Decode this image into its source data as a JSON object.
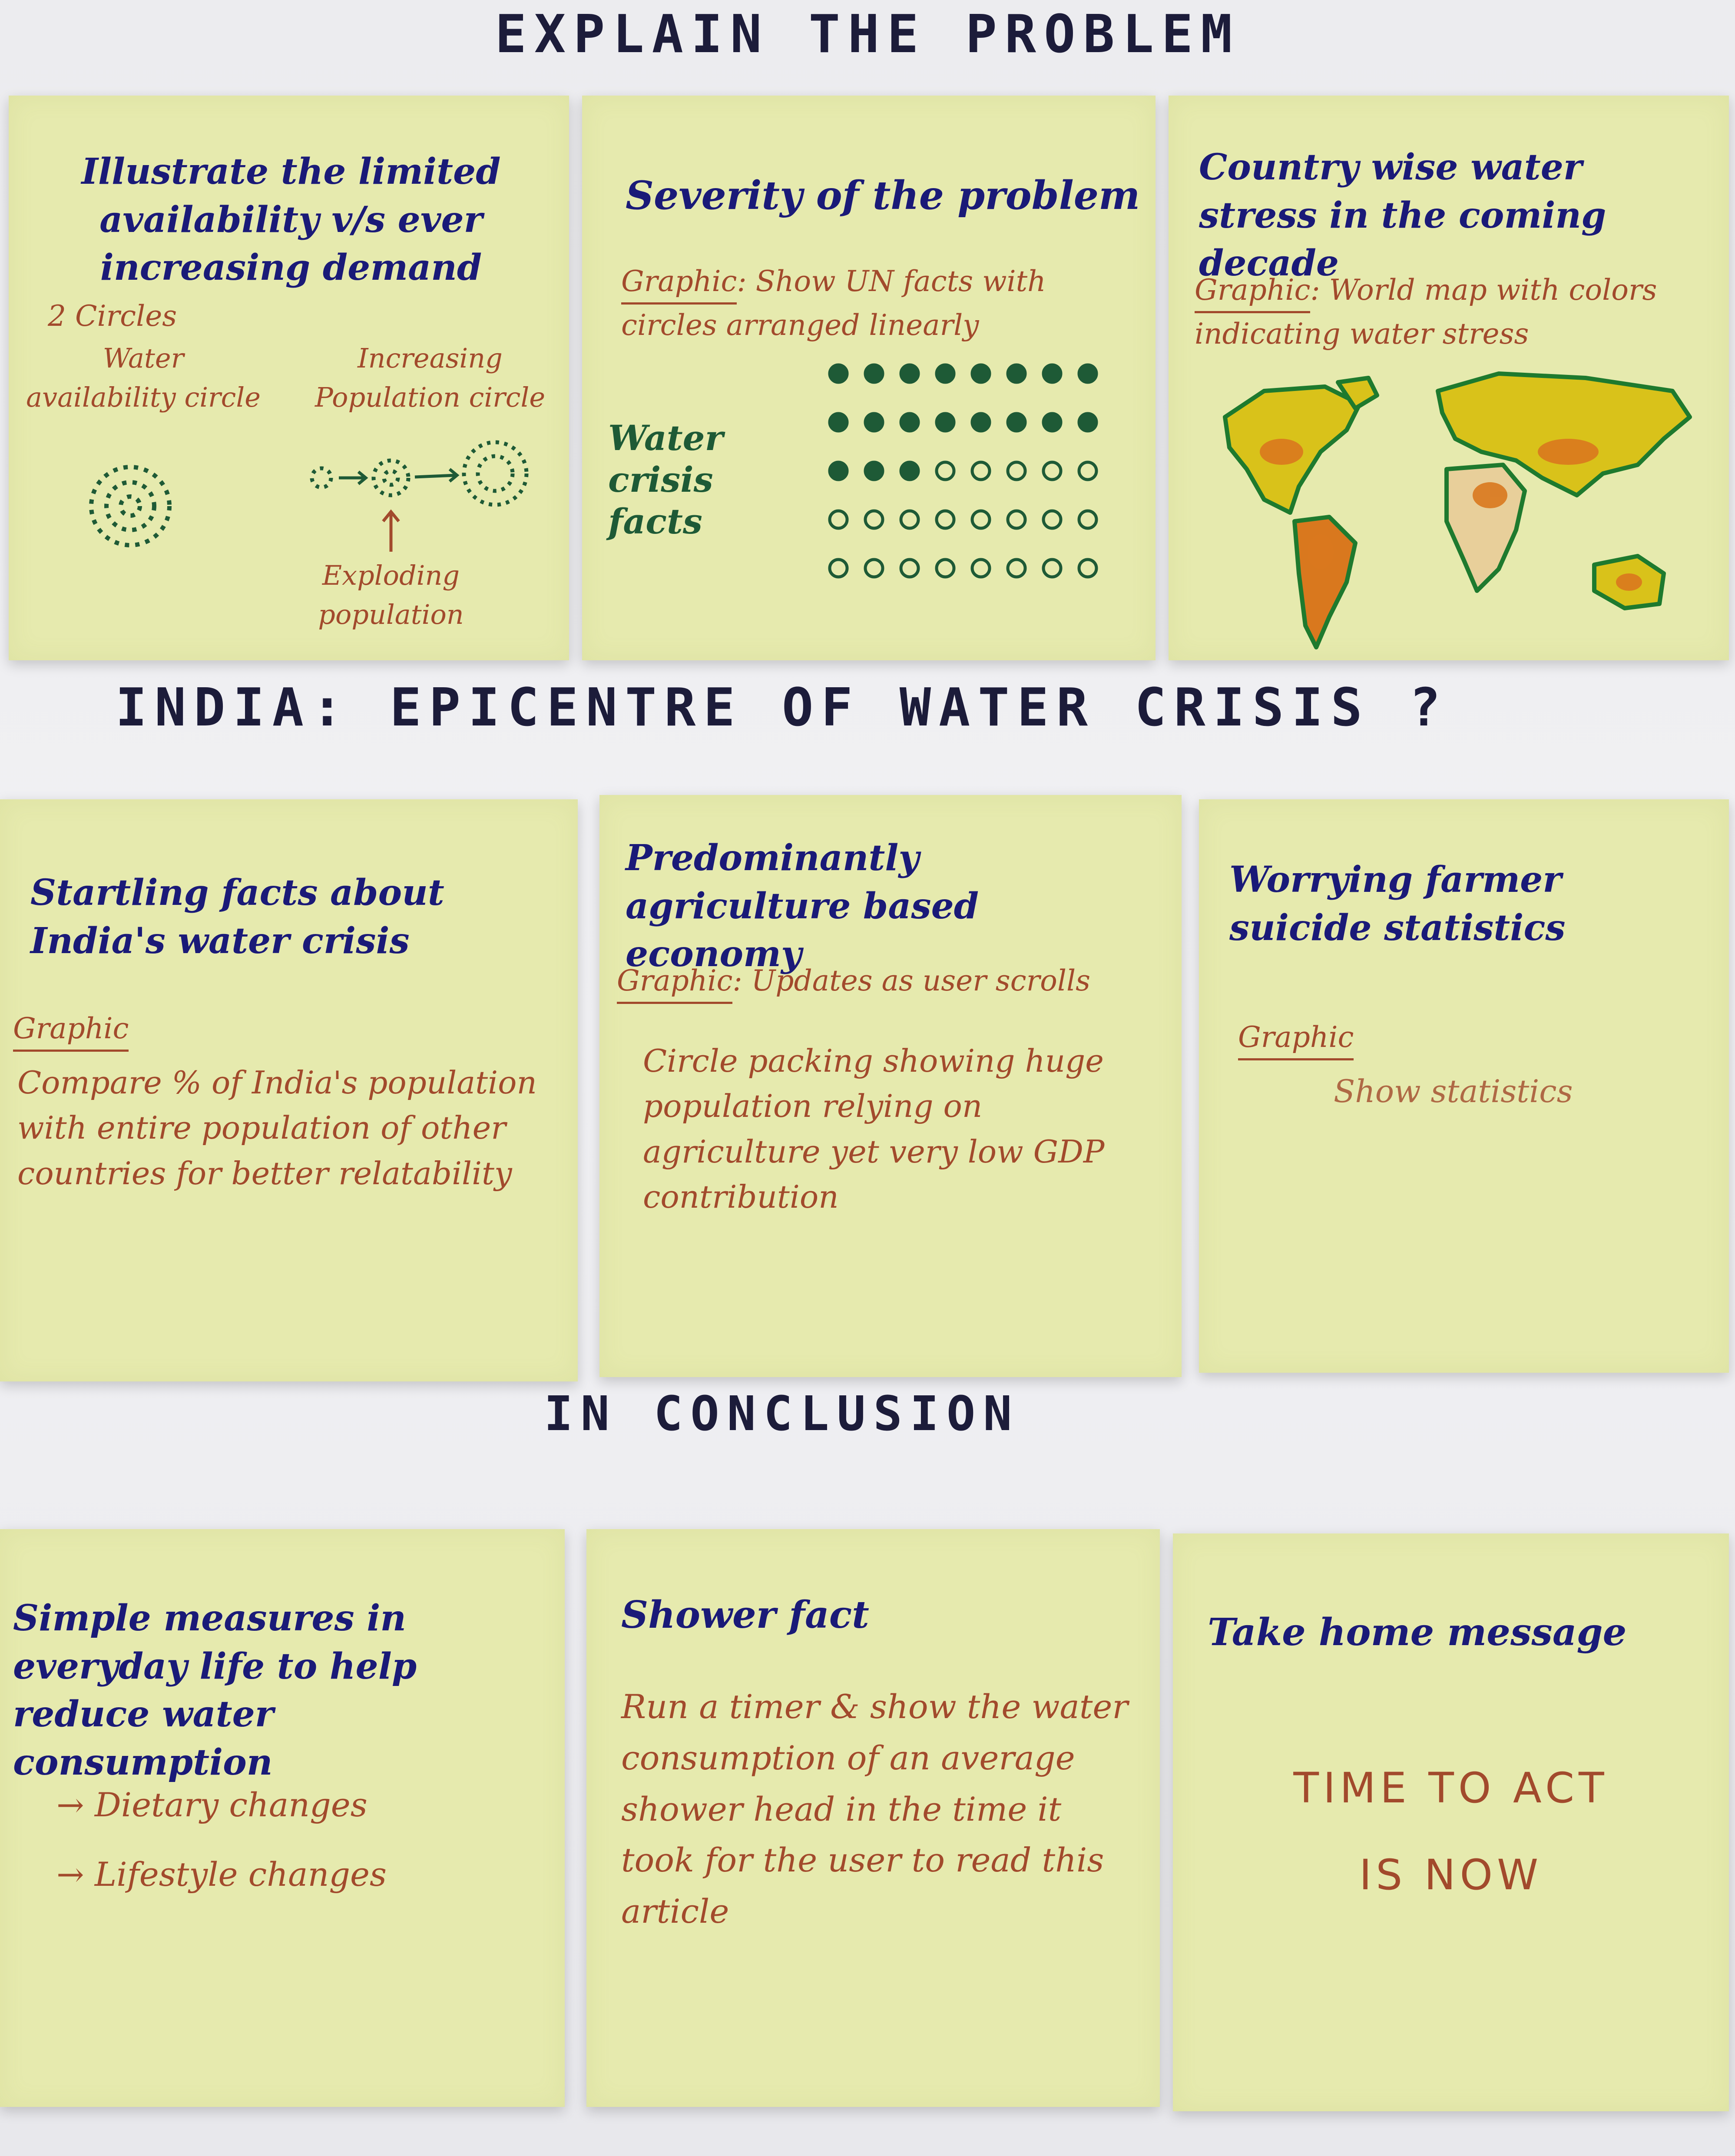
{
  "headings": {
    "section1": "EXPLAIN THE PROBLEM",
    "section2": "INDIA: EPICENTRE OF WATER CRISIS ?",
    "section3": "IN CONCLUSION"
  },
  "notes": {
    "n1": {
      "title": "Illustrate the limited availability v/s ever increasing demand",
      "label_circles": "2 Circles",
      "label_water": "Water availability circle",
      "label_population": "Increasing Population circle",
      "label_exploding": "Exploding population"
    },
    "n2": {
      "title": "Severity of the problem",
      "graphic_label": "Graphic",
      "graphic_text": ": Show UN facts with circles arranged linearly",
      "side_label": "Water crisis facts"
    },
    "n3": {
      "title": "Country wise water stress in the coming decade",
      "graphic_label": "Graphic",
      "graphic_text": ": World map with colors indicating water stress"
    },
    "n4": {
      "title": "Startling facts about India's water crisis",
      "graphic_label": "Graphic",
      "graphic_text": "Compare % of India's population with entire population of other countries for better relatability"
    },
    "n5": {
      "title": "Predominantly agriculture based economy",
      "graphic_label": "Graphic",
      "graphic_text": ": Updates as user scrolls",
      "body": "Circle packing showing huge population relying on agriculture yet very low GDP contribution"
    },
    "n6": {
      "title": "Worrying farmer suicide statistics",
      "graphic_label": "Graphic",
      "body": "Show statistics"
    },
    "n7": {
      "title": "Simple measures in everyday life to help reduce water consumption",
      "bullet1": "→ Dietary changes",
      "bullet2": "→ Lifestyle changes"
    },
    "n8": {
      "title": "Shower fact",
      "body": "Run a timer & show the water consumption of an average shower head in the time it took for the user to read this article"
    },
    "n9": {
      "title": "Take home message",
      "line1": "TIME TO ACT",
      "line2": "IS NOW"
    }
  },
  "colors": {
    "note": "#e6eaae",
    "ink_blue": "#1a1a78",
    "ink_red": "#a24a2c",
    "ink_green": "#1e5a36",
    "map_yellow": "#d9c21a",
    "map_orange": "#d9781e"
  },
  "dot_grid": {
    "rows": 5,
    "cols": 8,
    "filled": 19
  }
}
